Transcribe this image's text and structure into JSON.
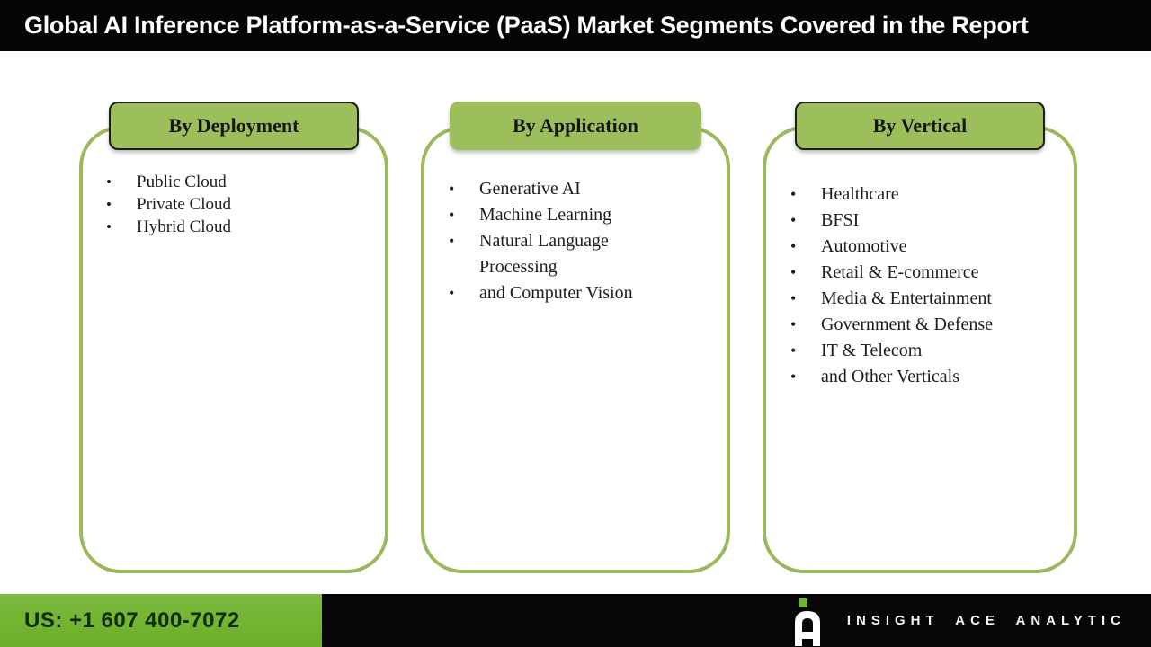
{
  "title": "Global AI Inference Platform-as-a-Service (PaaS) Market Segments Covered in the Report",
  "panels": [
    {
      "header": "By Deployment",
      "items": [
        "Public Cloud",
        "Private Cloud",
        "Hybrid Cloud"
      ]
    },
    {
      "header": "By Application",
      "items": [
        "Generative AI",
        "Machine Learning",
        "Natural Language Processing",
        "and Computer Vision"
      ]
    },
    {
      "header": "By Vertical",
      "items": [
        "Healthcare",
        "BFSI",
        "Automotive",
        "Retail & E-commerce",
        "Media & Entertainment",
        "Government & Defense",
        "IT & Telecom",
        "and Other Verticals"
      ]
    }
  ],
  "footer": {
    "phone": "US: +1 607 400-7072",
    "brand": "INSIGHT ACE ANALYTIC"
  },
  "colors": {
    "header_bar": "#050505",
    "panel_border_green": "#9bb95c",
    "header_box_green": "#9cbe5b",
    "footer_green": "#6fb42e",
    "title_text": "#ffffff",
    "body_text": "#1c1c1c"
  },
  "icons": {
    "logo": "insight-ace-analytic-logo"
  }
}
